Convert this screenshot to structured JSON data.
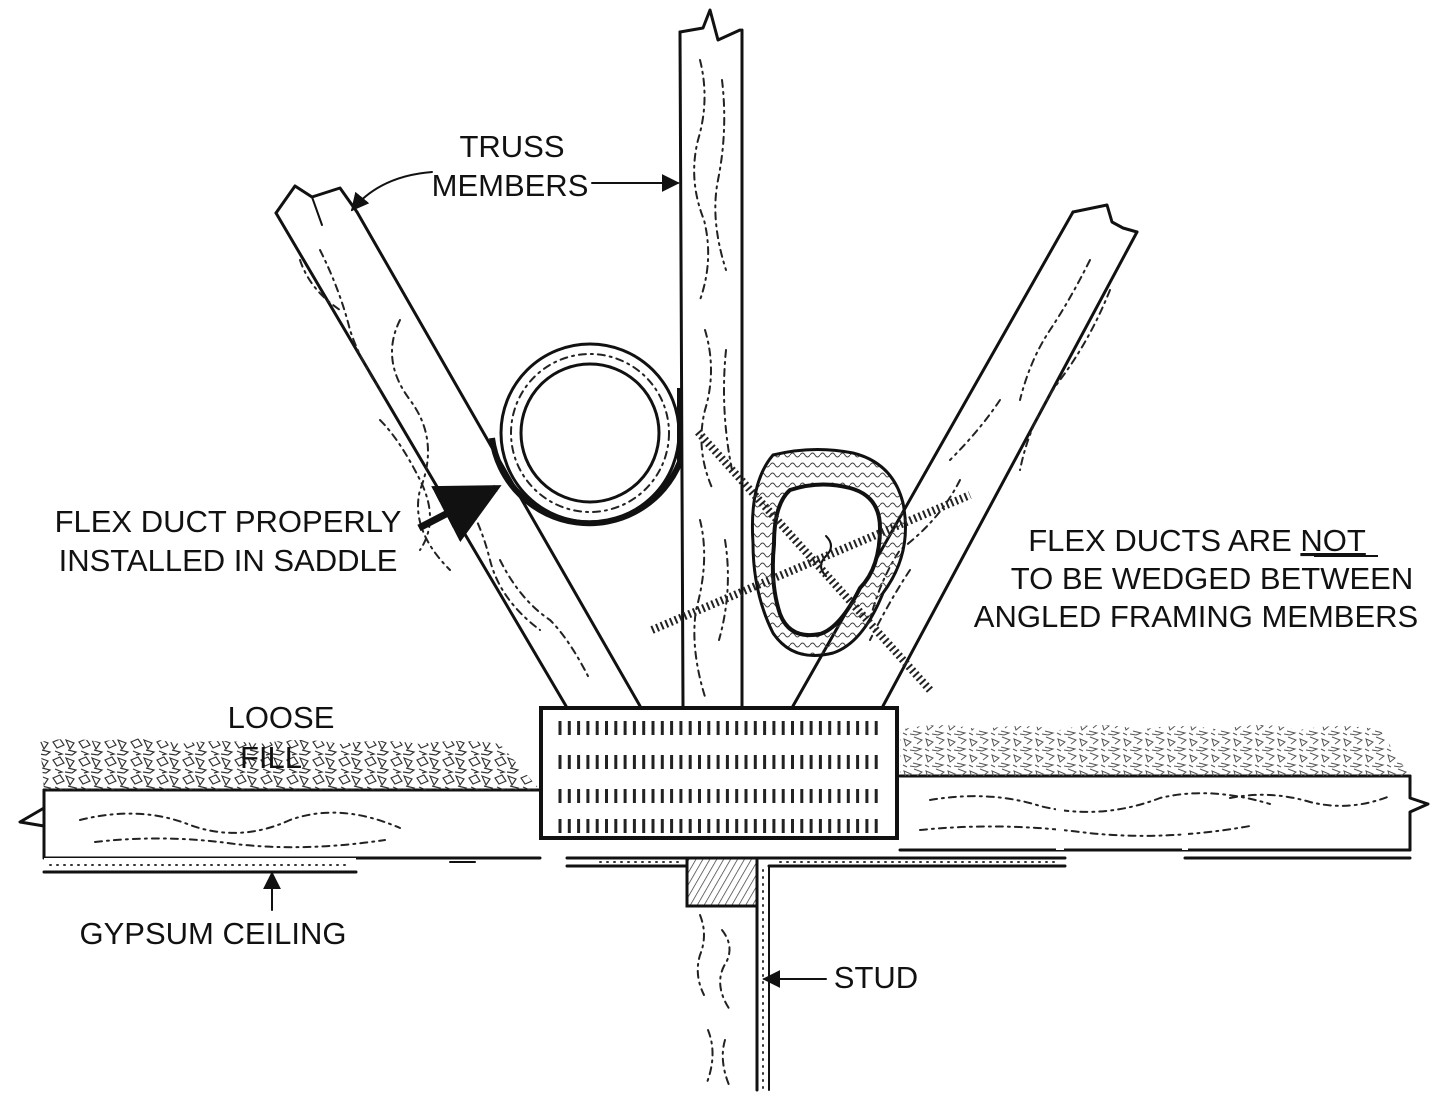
{
  "labels": {
    "truss_line1": "TRUSS",
    "truss_line2": "MEMBERS",
    "flex_ok_line1": "FLEX DUCT PROPERLY",
    "flex_ok_line2": "INSTALLED IN SADDLE",
    "flex_bad_line1_prefix": "FLEX DUCTS ARE ",
    "flex_bad_line1_emphasis": "NOT",
    "flex_bad_line2": "TO BE WEDGED BETWEEN",
    "flex_bad_line3": "ANGLED FRAMING MEMBERS",
    "loose_line1": "LOOSE",
    "loose_line2": "FILL",
    "gypsum": "GYPSUM CEILING",
    "stud": "STUD"
  }
}
